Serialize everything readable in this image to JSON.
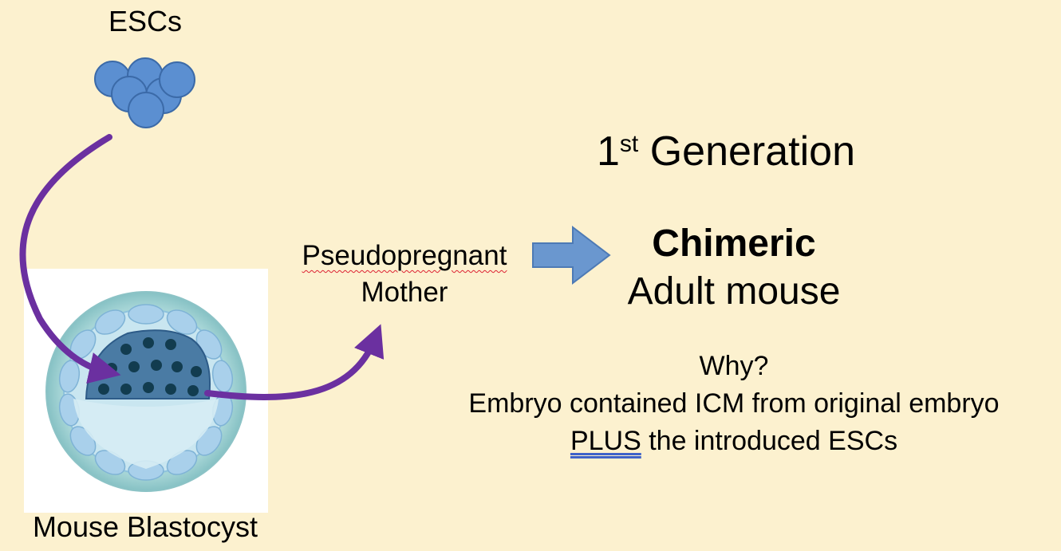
{
  "labels": {
    "escs": "ESCs",
    "blastocyst": "Mouse Blastocyst",
    "mother_line1": "Pseudopregnant",
    "mother_line2": "Mother",
    "generation_number": "1",
    "generation_suffix": "st",
    "generation_word": "Generation",
    "chimeric": "Chimeric",
    "adult_mouse": "Adult mouse",
    "why": "Why?",
    "explanation_line1": "Embryo contained ICM from original embryo",
    "explanation_plus": "PLUS",
    "explanation_rest": "the introduced ESCs"
  },
  "colors": {
    "background": "#fcf1cf",
    "cell_fill": "#5b8fd1",
    "cell_stroke": "#3b6aa8",
    "purple_arrow": "#6b30a0",
    "block_arrow": "#6a97cf",
    "blastocyst_outer": "#a8d6d8",
    "blastocyst_cells": "#a9d0eb",
    "icm_cells": "#2d5b88",
    "nucleus": "#123c4f"
  }
}
